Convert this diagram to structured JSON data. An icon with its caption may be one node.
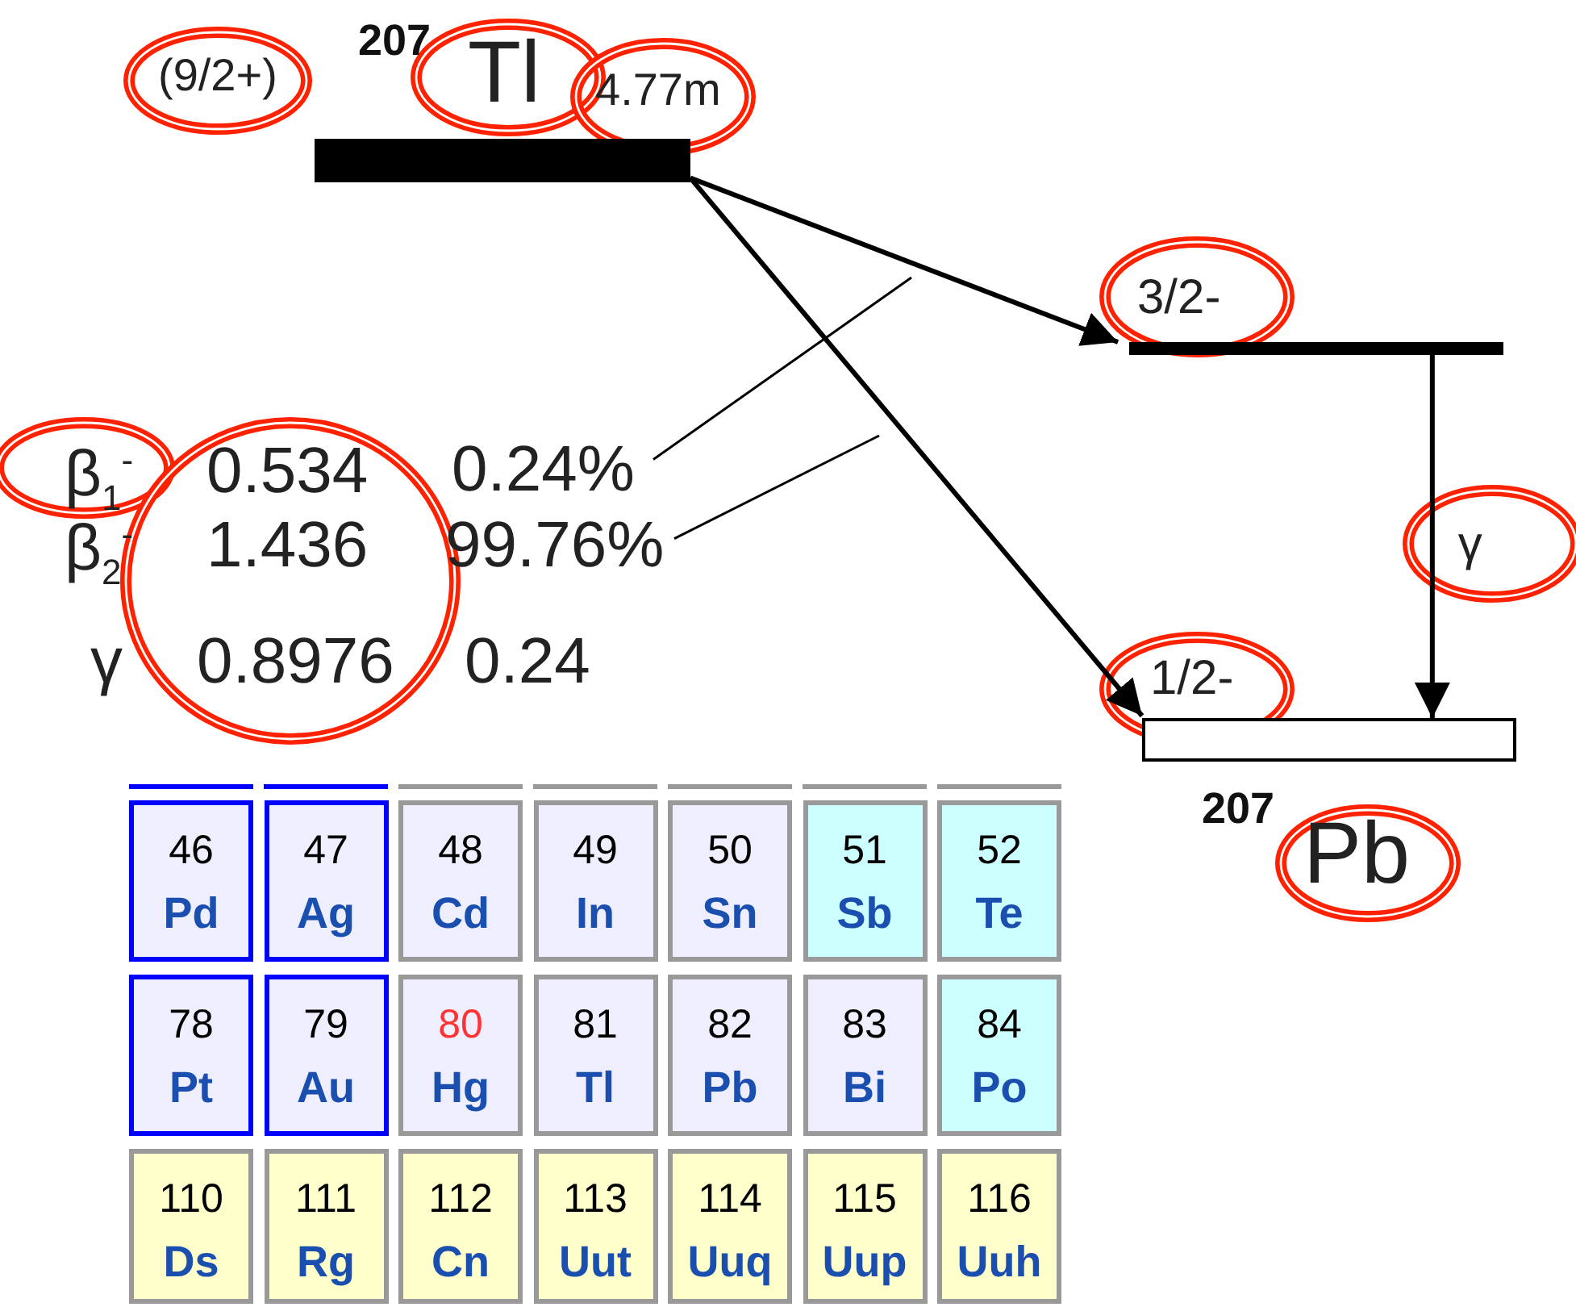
{
  "diagram": {
    "nodes": [
      {
        "text": [],
        "shape": "bar",
        "beside": [
          "(9/2+)",
          "207",
          "Tl",
          "4.77m"
        ]
      },
      {
        "text": [],
        "shape": "bar",
        "beside": [
          "3/2-"
        ]
      },
      {
        "text": [
          "0.24%"
        ]
      },
      {
        "text": [
          "99.76%"
        ]
      },
      {
        "text": [],
        "shape": "box",
        "beside": [
          "1/2-",
          "207",
          "Pb"
        ]
      },
      {
        "text": [
          "46",
          "Pd"
        ]
      },
      {
        "text": [
          "47",
          "Ag"
        ]
      },
      {
        "text": [
          "48",
          "Cd"
        ]
      },
      {
        "text": [
          "49",
          "In"
        ]
      },
      {
        "text": [
          "50",
          "Sn"
        ]
      },
      {
        "text": [
          "51",
          "Sb"
        ]
      },
      {
        "text": [
          "52",
          "Te"
        ]
      },
      {
        "text": [
          "78",
          "Pt"
        ]
      },
      {
        "text": [
          "79",
          "Au"
        ]
      },
      {
        "text": [
          "80",
          "Hg"
        ]
      },
      {
        "text": [
          "81",
          "Tl"
        ]
      },
      {
        "text": [
          "82",
          "Pb"
        ]
      },
      {
        "text": [
          "83",
          "Bi"
        ]
      },
      {
        "text": [
          "84",
          "Po"
        ]
      },
      {
        "text": [
          "110",
          "Ds"
        ]
      },
      {
        "text": [
          "111",
          "Rg"
        ]
      },
      {
        "text": [
          "112",
          "Cn"
        ]
      },
      {
        "text": [
          "113",
          "Uut"
        ]
      },
      {
        "text": [
          "114",
          "Uuq"
        ]
      },
      {
        "text": [
          "115",
          "Uup"
        ]
      },
      {
        "text": [
          "116",
          "Uuh"
        ]
      }
    ],
    "edges": [
      {
        "from": 0,
        "to": 1,
        "arrow": "to"
      },
      {
        "from": 0,
        "to": 4,
        "arrow": "to"
      },
      {
        "from": 1,
        "to": 4,
        "arrow": "to",
        "label": "γ"
      },
      {
        "from": 2,
        "to": null,
        "arrow": "none"
      },
      {
        "from": 3,
        "to": null,
        "arrow": "none"
      }
    ],
    "labels": [
      "β$_{1}$$^{-}$",
      "0.534",
      "β$_{2}$$^{-}$",
      "1.436",
      "γ",
      "0.8976",
      "0.24"
    ]
  }
}
